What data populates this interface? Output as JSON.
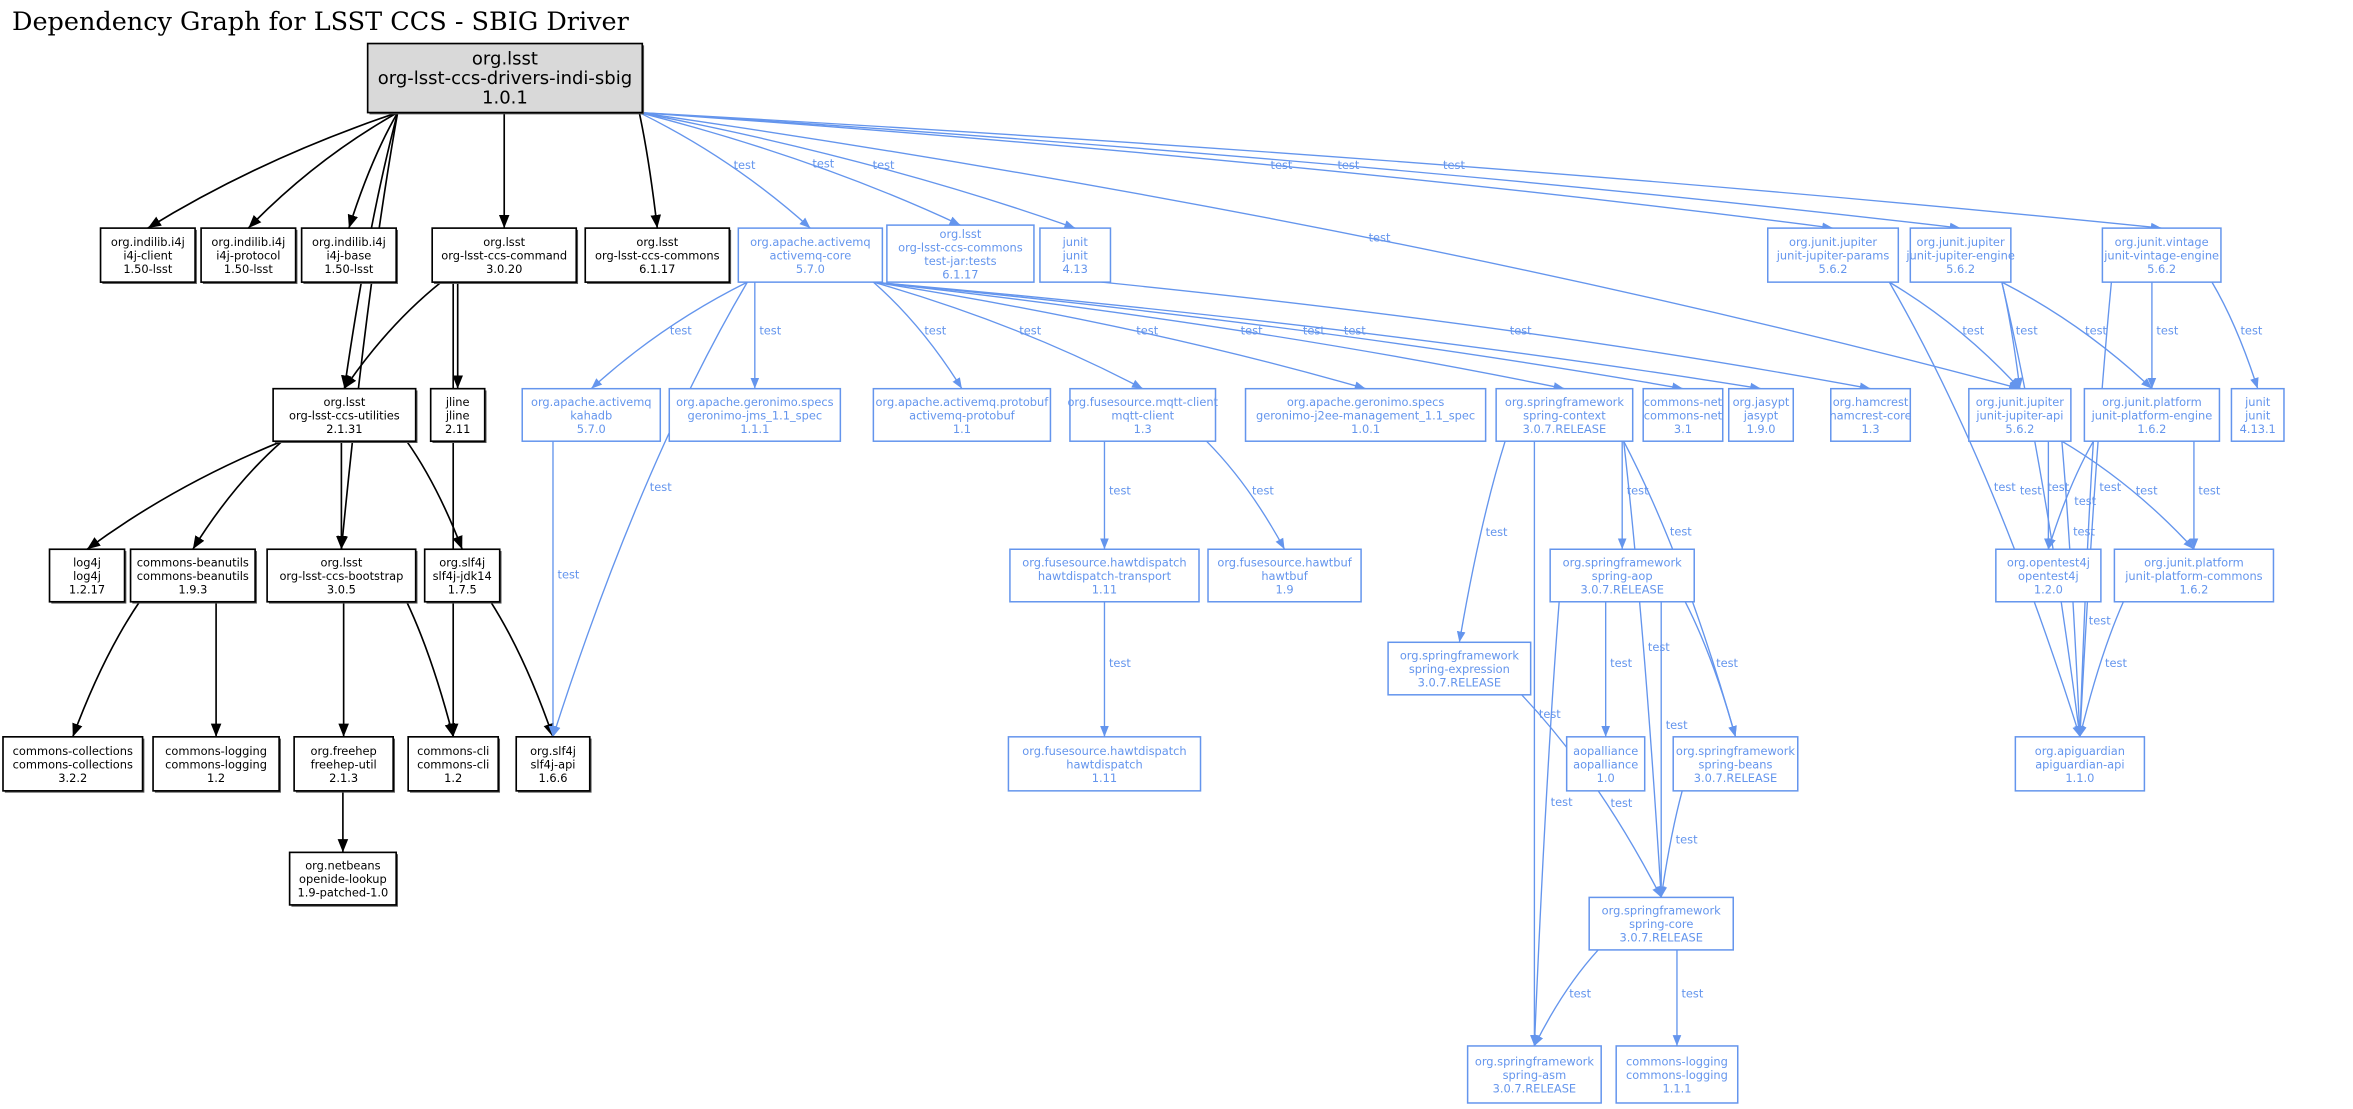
{
  "title": "Dependency Graph for LSST CCS - SBIG Driver",
  "colors": {
    "compile": "#000000",
    "test": "#6495ed",
    "root_fill": "#d9d9d9"
  },
  "nodes": [
    {
      "id": "root",
      "lines": [
        "org.lsst",
        "org-lsst-ccs-drivers-indi-sbig",
        "1.0.1"
      ],
      "scope": "root"
    },
    {
      "id": "i4jclient",
      "lines": [
        "org.indilib.i4j",
        "i4j-client",
        "1.50-lsst"
      ],
      "scope": "compile"
    },
    {
      "id": "i4jprotocol",
      "lines": [
        "org.indilib.i4j",
        "i4j-protocol",
        "1.50-lsst"
      ],
      "scope": "compile"
    },
    {
      "id": "i4jbase",
      "lines": [
        "org.indilib.i4j",
        "i4j-base",
        "1.50-lsst"
      ],
      "scope": "compile"
    },
    {
      "id": "command",
      "lines": [
        "org.lsst",
        "org-lsst-ccs-command",
        "3.0.20"
      ],
      "scope": "compile"
    },
    {
      "id": "commons",
      "lines": [
        "org.lsst",
        "org-lsst-ccs-commons",
        "6.1.17"
      ],
      "scope": "compile"
    },
    {
      "id": "amqcore",
      "lines": [
        "org.apache.activemq",
        "activemq-core",
        "5.7.0"
      ],
      "scope": "test"
    },
    {
      "id": "commonstests",
      "lines": [
        "org.lsst",
        "org-lsst-ccs-commons",
        "test-jar:tests",
        "6.1.17"
      ],
      "scope": "test"
    },
    {
      "id": "junit413",
      "lines": [
        "junit",
        "junit",
        "4.13"
      ],
      "scope": "test"
    },
    {
      "id": "jparams",
      "lines": [
        "org.junit.jupiter",
        "junit-jupiter-params",
        "5.6.2"
      ],
      "scope": "test"
    },
    {
      "id": "jengine",
      "lines": [
        "org.junit.jupiter",
        "junit-jupiter-engine",
        "5.6.2"
      ],
      "scope": "test"
    },
    {
      "id": "vintage",
      "lines": [
        "org.junit.vintage",
        "junit-vintage-engine",
        "5.6.2"
      ],
      "scope": "test"
    },
    {
      "id": "utilities",
      "lines": [
        "org.lsst",
        "org-lsst-ccs-utilities",
        "2.1.31"
      ],
      "scope": "compile"
    },
    {
      "id": "jline",
      "lines": [
        "jline",
        "jline",
        "2.11"
      ],
      "scope": "compile"
    },
    {
      "id": "kahadb",
      "lines": [
        "org.apache.activemq",
        "kahadb",
        "5.7.0"
      ],
      "scope": "test"
    },
    {
      "id": "gjms",
      "lines": [
        "org.apache.geronimo.specs",
        "geronimo-jms_1.1_spec",
        "1.1.1"
      ],
      "scope": "test"
    },
    {
      "id": "amqproto",
      "lines": [
        "org.apache.activemq.protobuf",
        "activemq-protobuf",
        "1.1"
      ],
      "scope": "test"
    },
    {
      "id": "mqtt",
      "lines": [
        "org.fusesource.mqtt-client",
        "mqtt-client",
        "1.3"
      ],
      "scope": "test"
    },
    {
      "id": "gj2ee",
      "lines": [
        "org.apache.geronimo.specs",
        "geronimo-j2ee-management_1.1_spec",
        "1.0.1"
      ],
      "scope": "test"
    },
    {
      "id": "scontext",
      "lines": [
        "org.springframework",
        "spring-context",
        "3.0.7.RELEASE"
      ],
      "scope": "test"
    },
    {
      "id": "cnet",
      "lines": [
        "commons-net",
        "commons-net",
        "3.1"
      ],
      "scope": "test"
    },
    {
      "id": "jasypt",
      "lines": [
        "org.jasypt",
        "jasypt",
        "1.9.0"
      ],
      "scope": "test"
    },
    {
      "id": "hamcrest",
      "lines": [
        "org.hamcrest",
        "hamcrest-core",
        "1.3"
      ],
      "scope": "test"
    },
    {
      "id": "japi",
      "lines": [
        "org.junit.jupiter",
        "junit-jupiter-api",
        "5.6.2"
      ],
      "scope": "test"
    },
    {
      "id": "pengine",
      "lines": [
        "org.junit.platform",
        "junit-platform-engine",
        "1.6.2"
      ],
      "scope": "test"
    },
    {
      "id": "junit4131",
      "lines": [
        "junit",
        "junit",
        "4.13.1"
      ],
      "scope": "test"
    },
    {
      "id": "log4j",
      "lines": [
        "log4j",
        "log4j",
        "1.2.17"
      ],
      "scope": "compile"
    },
    {
      "id": "beanutils",
      "lines": [
        "commons-beanutils",
        "commons-beanutils",
        "1.9.3"
      ],
      "scope": "compile"
    },
    {
      "id": "bootstrap",
      "lines": [
        "org.lsst",
        "org-lsst-ccs-bootstrap",
        "3.0.5"
      ],
      "scope": "compile"
    },
    {
      "id": "jdk14",
      "lines": [
        "org.slf4j",
        "slf4j-jdk14",
        "1.7.5"
      ],
      "scope": "compile"
    },
    {
      "id": "hdtransport",
      "lines": [
        "org.fusesource.hawtdispatch",
        "hawtdispatch-transport",
        "1.11"
      ],
      "scope": "test"
    },
    {
      "id": "hawtbuf",
      "lines": [
        "org.fusesource.hawtbuf",
        "hawtbuf",
        "1.9"
      ],
      "scope": "test"
    },
    {
      "id": "saop",
      "lines": [
        "org.springframework",
        "spring-aop",
        "3.0.7.RELEASE"
      ],
      "scope": "test"
    },
    {
      "id": "opentest4j",
      "lines": [
        "org.opentest4j",
        "opentest4j",
        "1.2.0"
      ],
      "scope": "test"
    },
    {
      "id": "pcommons",
      "lines": [
        "org.junit.platform",
        "junit-platform-commons",
        "1.6.2"
      ],
      "scope": "test"
    },
    {
      "id": "sexpr",
      "lines": [
        "org.springframework",
        "spring-expression",
        "3.0.7.RELEASE"
      ],
      "scope": "test"
    },
    {
      "id": "ccollections",
      "lines": [
        "commons-collections",
        "commons-collections",
        "3.2.2"
      ],
      "scope": "compile"
    },
    {
      "id": "clogging12",
      "lines": [
        "commons-logging",
        "commons-logging",
        "1.2"
      ],
      "scope": "compile"
    },
    {
      "id": "freehep",
      "lines": [
        "org.freehep",
        "freehep-util",
        "2.1.3"
      ],
      "scope": "compile"
    },
    {
      "id": "ccli",
      "lines": [
        "commons-cli",
        "commons-cli",
        "1.2"
      ],
      "scope": "compile"
    },
    {
      "id": "slf4japi",
      "lines": [
        "org.slf4j",
        "slf4j-api",
        "1.6.6"
      ],
      "scope": "compile"
    },
    {
      "id": "hawtdispatch",
      "lines": [
        "org.fusesource.hawtdispatch",
        "hawtdispatch",
        "1.11"
      ],
      "scope": "test"
    },
    {
      "id": "aopalliance",
      "lines": [
        "aopalliance",
        "aopalliance",
        "1.0"
      ],
      "scope": "test"
    },
    {
      "id": "sbeans",
      "lines": [
        "org.springframework",
        "spring-beans",
        "3.0.7.RELEASE"
      ],
      "scope": "test"
    },
    {
      "id": "apiguardian",
      "lines": [
        "org.apiguardian",
        "apiguardian-api",
        "1.1.0"
      ],
      "scope": "test"
    },
    {
      "id": "openide",
      "lines": [
        "org.netbeans",
        "openide-lookup",
        "1.9-patched-1.0"
      ],
      "scope": "compile"
    },
    {
      "id": "score",
      "lines": [
        "org.springframework",
        "spring-core",
        "3.0.7.RELEASE"
      ],
      "scope": "test"
    },
    {
      "id": "sasm",
      "lines": [
        "org.springframework",
        "spring-asm",
        "3.0.7.RELEASE"
      ],
      "scope": "test"
    },
    {
      "id": "clogging111",
      "lines": [
        "commons-logging",
        "commons-logging",
        "1.1.1"
      ],
      "scope": "test"
    }
  ],
  "edges": [
    {
      "from": "root",
      "to": "i4jclient",
      "label": ""
    },
    {
      "from": "root",
      "to": "i4jprotocol",
      "label": ""
    },
    {
      "from": "root",
      "to": "i4jbase",
      "label": ""
    },
    {
      "from": "root",
      "to": "utilities",
      "label": ""
    },
    {
      "from": "root",
      "to": "bootstrap",
      "label": ""
    },
    {
      "from": "root",
      "to": "command",
      "label": ""
    },
    {
      "from": "root",
      "to": "commons",
      "label": ""
    },
    {
      "from": "root",
      "to": "amqcore",
      "label": "test"
    },
    {
      "from": "root",
      "to": "commonstests",
      "label": "test"
    },
    {
      "from": "root",
      "to": "junit413",
      "label": "test"
    },
    {
      "from": "root",
      "to": "jparams",
      "label": "test"
    },
    {
      "from": "root",
      "to": "jengine",
      "label": "test"
    },
    {
      "from": "root",
      "to": "japi",
      "label": "test"
    },
    {
      "from": "root",
      "to": "vintage",
      "label": "test"
    },
    {
      "from": "command",
      "to": "utilities",
      "label": ""
    },
    {
      "from": "command",
      "to": "jline",
      "label": ""
    },
    {
      "from": "command",
      "to": "ccli",
      "label": ""
    },
    {
      "from": "utilities",
      "to": "log4j",
      "label": ""
    },
    {
      "from": "utilities",
      "to": "beanutils",
      "label": ""
    },
    {
      "from": "utilities",
      "to": "bootstrap",
      "label": ""
    },
    {
      "from": "utilities",
      "to": "jdk14",
      "label": ""
    },
    {
      "from": "beanutils",
      "to": "ccollections",
      "label": ""
    },
    {
      "from": "beanutils",
      "to": "clogging12",
      "label": ""
    },
    {
      "from": "bootstrap",
      "to": "freehep",
      "label": ""
    },
    {
      "from": "bootstrap",
      "to": "ccli",
      "label": ""
    },
    {
      "from": "jdk14",
      "to": "slf4japi",
      "label": ""
    },
    {
      "from": "freehep",
      "to": "openide",
      "label": ""
    },
    {
      "from": "amqcore",
      "to": "kahadb",
      "label": "test"
    },
    {
      "from": "amqcore",
      "to": "gjms",
      "label": "test"
    },
    {
      "from": "amqcore",
      "to": "amqproto",
      "label": "test"
    },
    {
      "from": "amqcore",
      "to": "mqtt",
      "label": "test"
    },
    {
      "from": "amqcore",
      "to": "gj2ee",
      "label": "test"
    },
    {
      "from": "amqcore",
      "to": "scontext",
      "label": "test"
    },
    {
      "from": "amqcore",
      "to": "cnet",
      "label": "test"
    },
    {
      "from": "amqcore",
      "to": "jasypt",
      "label": "test"
    },
    {
      "from": "amqcore",
      "to": "slf4japi",
      "label": "test"
    },
    {
      "from": "junit413",
      "to": "hamcrest",
      "label": "test"
    },
    {
      "from": "kahadb",
      "to": "slf4japi",
      "label": "test"
    },
    {
      "from": "mqtt",
      "to": "hdtransport",
      "label": "test"
    },
    {
      "from": "mqtt",
      "to": "hawtbuf",
      "label": "test"
    },
    {
      "from": "hdtransport",
      "to": "hawtdispatch",
      "label": "test"
    },
    {
      "from": "scontext",
      "to": "sexpr",
      "label": "test"
    },
    {
      "from": "scontext",
      "to": "saop",
      "label": "test"
    },
    {
      "from": "scontext",
      "to": "sbeans",
      "label": "test"
    },
    {
      "from": "scontext",
      "to": "score",
      "label": "test"
    },
    {
      "from": "scontext",
      "to": "sasm",
      "label": "test"
    },
    {
      "from": "saop",
      "to": "aopalliance",
      "label": "test"
    },
    {
      "from": "saop",
      "to": "sbeans",
      "label": "test"
    },
    {
      "from": "saop",
      "to": "score",
      "label": "test"
    },
    {
      "from": "saop",
      "to": "sasm",
      "label": "test"
    },
    {
      "from": "sexpr",
      "to": "score",
      "label": "test"
    },
    {
      "from": "sbeans",
      "to": "score",
      "label": "test"
    },
    {
      "from": "score",
      "to": "sasm",
      "label": "test"
    },
    {
      "from": "score",
      "to": "clogging111",
      "label": "test"
    },
    {
      "from": "jparams",
      "to": "japi",
      "label": "test"
    },
    {
      "from": "jparams",
      "to": "apiguardian",
      "label": "test"
    },
    {
      "from": "jengine",
      "to": "japi",
      "label": "test"
    },
    {
      "from": "jengine",
      "to": "pengine",
      "label": "test"
    },
    {
      "from": "jengine",
      "to": "apiguardian",
      "label": "test"
    },
    {
      "from": "vintage",
      "to": "pengine",
      "label": "test"
    },
    {
      "from": "vintage",
      "to": "junit4131",
      "label": "test"
    },
    {
      "from": "vintage",
      "to": "apiguardian",
      "label": "test"
    },
    {
      "from": "japi",
      "to": "opentest4j",
      "label": "test"
    },
    {
      "from": "japi",
      "to": "pcommons",
      "label": "test"
    },
    {
      "from": "japi",
      "to": "apiguardian",
      "label": "test"
    },
    {
      "from": "pengine",
      "to": "opentest4j",
      "label": "test"
    },
    {
      "from": "pengine",
      "to": "pcommons",
      "label": "test"
    },
    {
      "from": "pengine",
      "to": "apiguardian",
      "label": "test"
    },
    {
      "from": "pcommons",
      "to": "apiguardian",
      "label": "test"
    }
  ]
}
